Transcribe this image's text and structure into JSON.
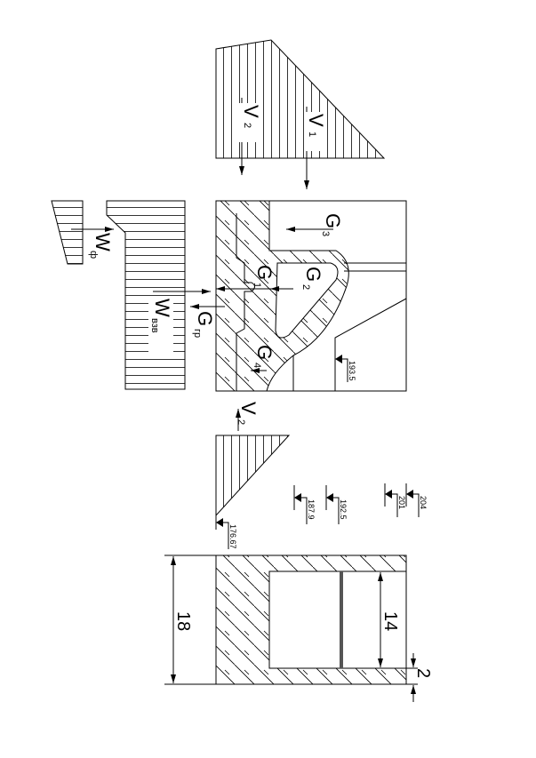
{
  "labels": {
    "v1": {
      "main": "V",
      "sub": "1"
    },
    "v2_top": {
      "main": "V",
      "sub": "2"
    },
    "v2_bottom": {
      "main": "V",
      "sub": "2"
    },
    "g1": {
      "main": "G",
      "sub": "1"
    },
    "g2": {
      "main": "G",
      "sub": "2"
    },
    "g3": {
      "main": "G",
      "sub": "3"
    },
    "g4": {
      "main": "G",
      "sub": "4"
    },
    "ggr": {
      "main": "G",
      "sub": "гр"
    },
    "wf": {
      "main": "W",
      "sub": "ф"
    },
    "wvzv": {
      "main": "W",
      "sub": "взв"
    }
  },
  "elevations": [
    "193.5",
    "204",
    "201",
    "192.5",
    "187.9",
    "176.67"
  ],
  "dimensions": {
    "height": "18",
    "inner": "14",
    "wall": "2"
  }
}
